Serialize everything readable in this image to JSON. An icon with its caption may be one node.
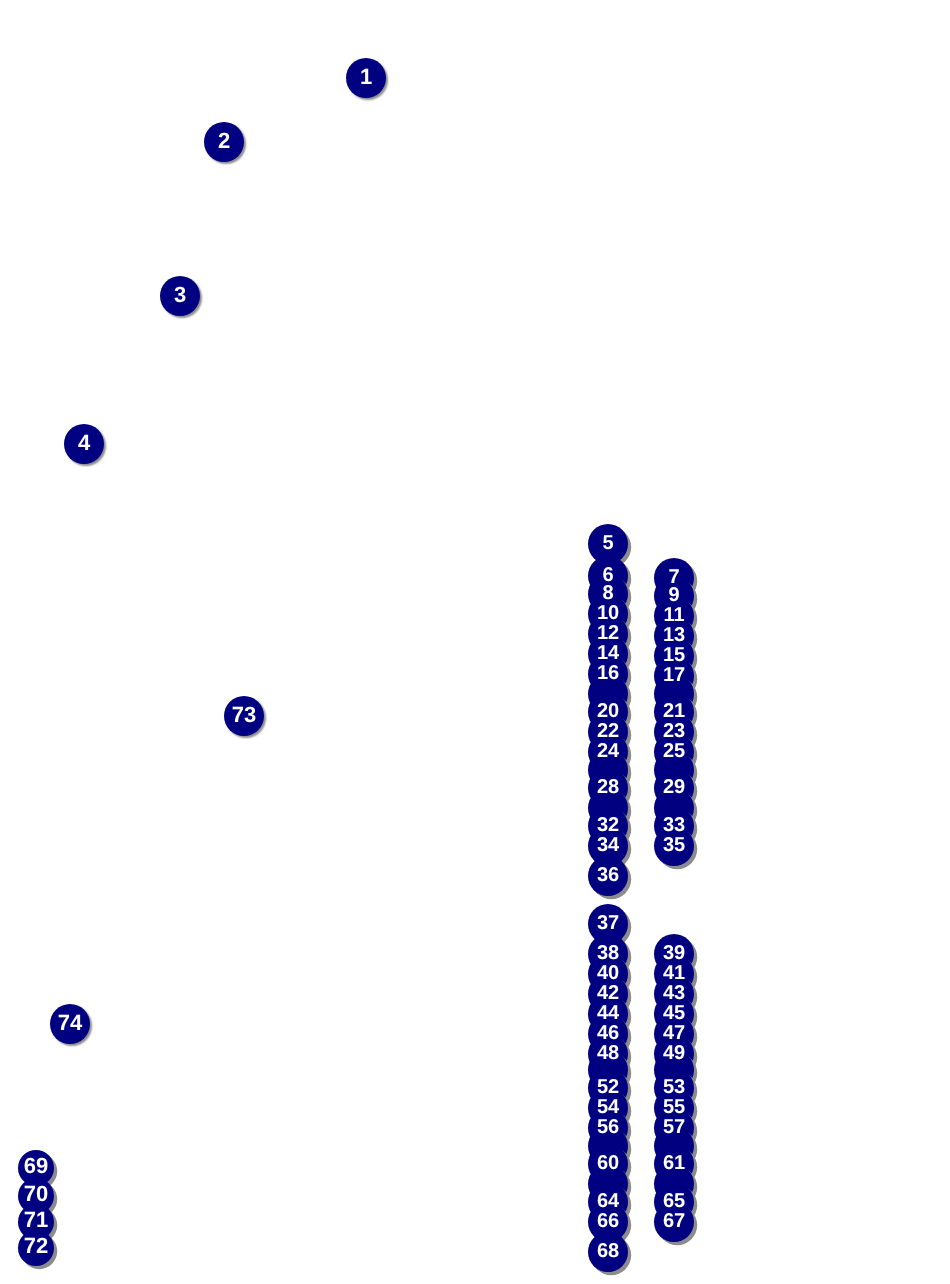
{
  "diagram": {
    "labels": [
      "1",
      "2",
      "3",
      "4",
      "5",
      "6",
      "7",
      "8",
      "9",
      "10",
      "11",
      "12",
      "13",
      "14",
      "15",
      "16",
      "17",
      "20",
      "21",
      "22",
      "23",
      "24",
      "25",
      "28",
      "29",
      "32",
      "33",
      "34",
      "35",
      "36",
      "37",
      "38",
      "39",
      "40",
      "41",
      "42",
      "43",
      "44",
      "45",
      "46",
      "47",
      "48",
      "49",
      "52",
      "53",
      "54",
      "55",
      "56",
      "57",
      "60",
      "61",
      "64",
      "65",
      "66",
      "67",
      "68",
      "69",
      "70",
      "71",
      "72",
      "73",
      "74"
    ]
  }
}
